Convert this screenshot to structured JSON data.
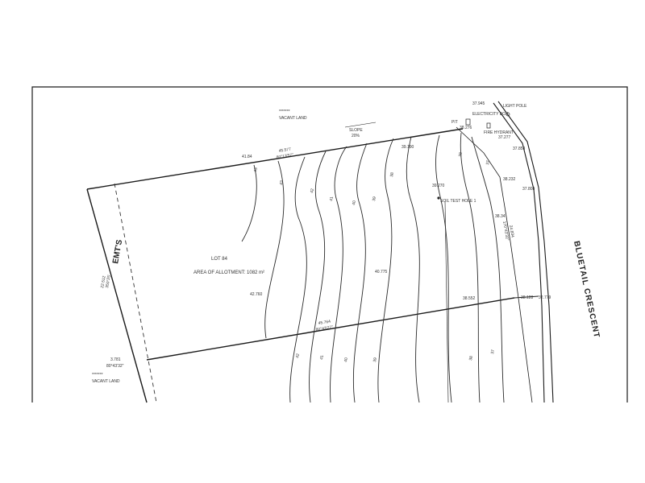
{
  "vacant_land_label": "VACANT LAND",
  "vacant_land_mark": "*******",
  "slope": {
    "label": "SLOPE",
    "value": "20%"
  },
  "street_name": "BLUETAIL CRESCENT",
  "easement_label": "EMT'S",
  "lot": {
    "number": "LOT 84",
    "area_text": "AREA OF ALLOTMENT: 1082 m²"
  },
  "services": {
    "electricity_box": "ELECTRICITY BOX",
    "light_pole": "LIGHT POLE",
    "fire_hydrant": "FIRE HYDRANT",
    "pit": "PIT",
    "soil_test": "SOIL TEST HOLE 1"
  },
  "boundaries": {
    "top": {
      "length": "45.577",
      "bearing": "80°13'57\""
    },
    "middle": {
      "length": "45.764",
      "bearing": "80°43'27\""
    },
    "bottom_left": {
      "length": "3.781",
      "bearing": "80°43'32\""
    },
    "west": {
      "length": "22.512",
      "bearing": "350°25'"
    },
    "east": {
      "length": "24.834",
      "bearing": "170°43'32\""
    }
  },
  "spot_levels": [
    "37.945",
    "38.276",
    "37.277",
    "37.858",
    "38.232",
    "37.808",
    "39.190",
    "39.270",
    "40.775",
    "42.760",
    "38.552",
    "38.128",
    "32.779",
    "41.84",
    "38.34"
  ],
  "contour_labels": [
    "43",
    "42",
    "41",
    "40",
    "39",
    "38",
    "37"
  ]
}
